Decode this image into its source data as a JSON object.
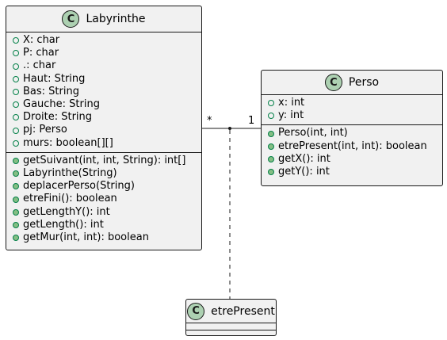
{
  "classes": {
    "labyrinthe": {
      "name": "Labyrinthe",
      "badge": "C",
      "attributes": [
        "X: char",
        "P: char",
        ".: char",
        "Haut: String",
        "Bas: String",
        "Gauche: String",
        "Droite: String",
        "pj: Perso",
        "murs: boolean[][]"
      ],
      "methods": [
        "getSuivant(int, int, String): int[]",
        "Labyrinthe(String)",
        "deplacerPerso(String)",
        "etreFini(): boolean",
        "getLengthY(): int",
        "getLength(): int",
        "getMur(int, int): boolean"
      ]
    },
    "perso": {
      "name": "Perso",
      "badge": "C",
      "attributes": [
        "x: int",
        "y: int"
      ],
      "methods": [
        "Perso(int, int)",
        "etrePresent(int, int): boolean",
        "getX(): int",
        "getY(): int"
      ]
    },
    "etrepresent": {
      "name": "etrePresent",
      "badge": "C",
      "attributes": [],
      "methods": []
    }
  },
  "association": {
    "multiplicity_left": "*",
    "multiplicity_right": "1"
  },
  "colors": {
    "box_fill": "#f1f1f1",
    "border": "#181818",
    "badge_fill": "#add1b2",
    "visibility_green": "#84be84"
  }
}
